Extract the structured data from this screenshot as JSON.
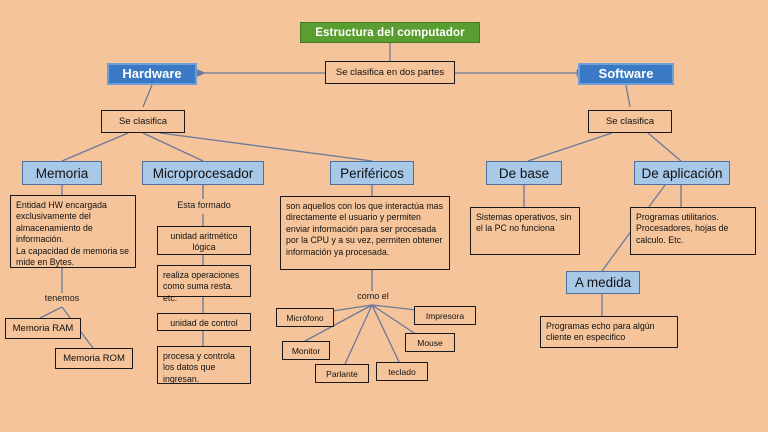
{
  "diagram": {
    "title": "Estructura del computador",
    "background_color": "#f5c49a",
    "title_color": "#5a9e31",
    "primary_node_color": "#3a7ac4",
    "category_node_color": "#a8c8e8"
  },
  "nodes": {
    "title": "Estructura del computador",
    "split_label": "Se clasifica en dos partes",
    "hardware": "Hardware",
    "software": "Software",
    "se_clasifica_left": "Se clasifica",
    "se_clasifica_right": "Se clasifica",
    "memoria": "Memoria",
    "microprocesador": "Microprocesador",
    "perifericos": "Periféricos",
    "de_base": "De base",
    "de_aplicacion": "De aplicación",
    "a_medida": "A medida",
    "memoria_desc": "Entidad HW encargada exclusivamente del almacenamiento de información.\nLa capacidad de memoria se mide en Bytes.",
    "tenemos": "tenemos",
    "memoria_ram": "Memoria RAM",
    "memoria_rom": "Memoria ROM",
    "esta_formado": "Esta formado",
    "unidad_aritmetica": "unidad aritmético lógica",
    "ual_desc": "realiza operaciones como  suma  resta. etc.",
    "unidad_control": "unidad de control",
    "uc_desc": "procesa y controla los datos que ingresan.",
    "perifericos_desc": "son aquellos con los que interactúa mas directamente el usuario y permiten enviar información para ser procesada\npor la CPU y a su vez, permiten obtener información ya procesada.",
    "como_el": "como el",
    "microfono": "Micrófono",
    "monitor": "Monitor",
    "parlante": "Parlante",
    "teclado": "teclado",
    "mouse": "Mouse",
    "impresora": "Impresora",
    "de_base_desc": "Sistemas operativos, sin el la PC no funciona",
    "de_aplicacion_desc": "Programas utilitarios. Procesadores, hojas de calculo. Etc.",
    "a_medida_desc": "Programas echo para algún cliente en especifico"
  }
}
